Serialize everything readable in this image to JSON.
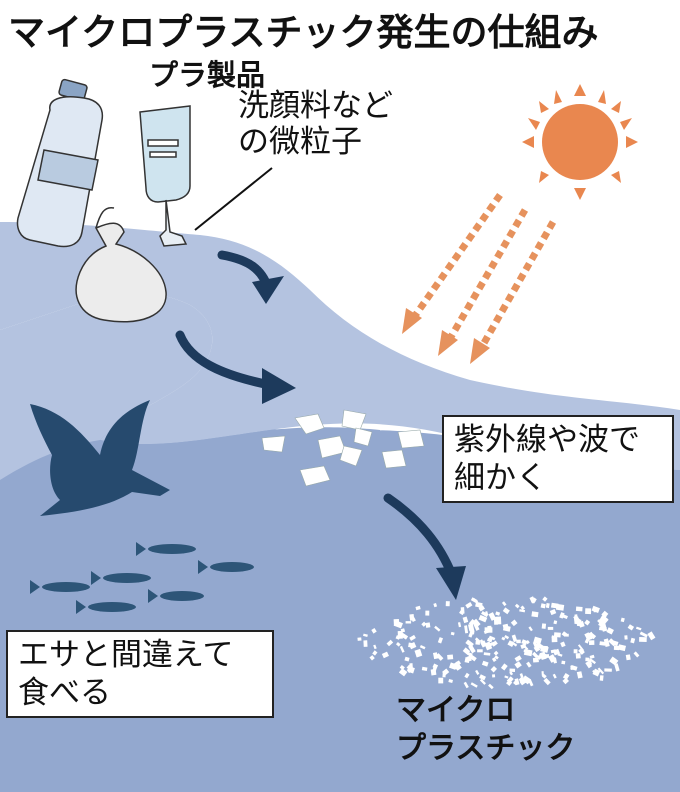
{
  "title": "マイクロプラスチック発生の仕組み",
  "labels": {
    "plastic_products": "プラ製品",
    "microbeads_line1": "洗顔料など",
    "microbeads_line2": "の微粒子",
    "uv_waves_line1": "紫外線や波で",
    "uv_waves_line2": "細かく",
    "mistaken_food_line1": "エサと間違えて",
    "mistaken_food_line2": "食べる",
    "microplastic_line1": "マイクロ",
    "microplastic_line2": "プラスチック"
  },
  "colors": {
    "river": "#b4c3e0",
    "sea": "#93a8cf",
    "flow_arrow": "#1d3a5c",
    "sun": "#e9874f",
    "uv_arrow": "#e6925d",
    "bird": "#264a6e",
    "fish": "#2d5578",
    "fragment": "#ffffff"
  },
  "icons": [
    "plastic-bottle-icon",
    "tube-icon",
    "plastic-bag-icon",
    "sun-icon",
    "bird-icon",
    "fish-icon"
  ]
}
